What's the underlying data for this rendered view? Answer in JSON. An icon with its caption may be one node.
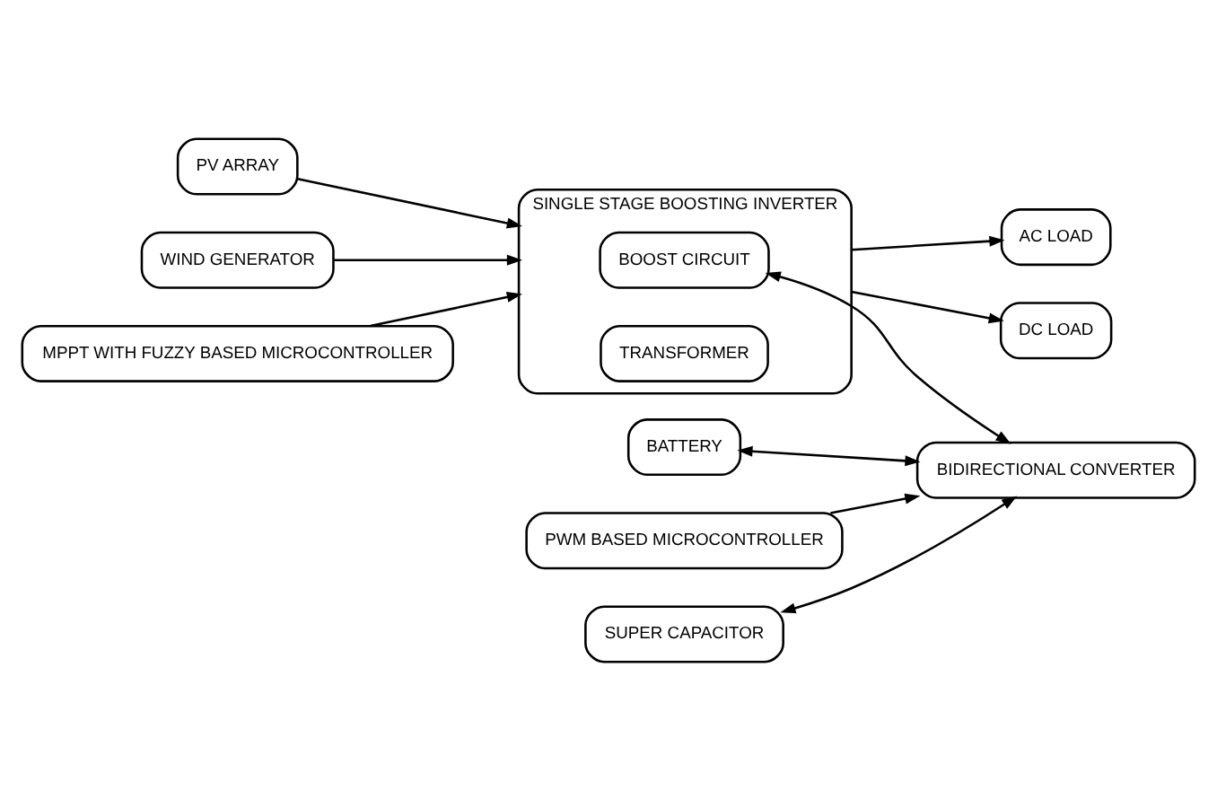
{
  "diagram": {
    "nodes": [
      {
        "text": [
          "PV ARRAY"
        ]
      },
      {
        "text": [
          "SINGLE STAGE BOOSTING INVERTER"
        ]
      },
      {
        "text": [
          "BOOST CIRCUIT"
        ],
        "in": 1
      },
      {
        "text": [
          "TRANSFORMER"
        ],
        "in": 1
      },
      {
        "text": [
          "AC LOAD"
        ]
      },
      {
        "text": [
          "WIND GENERATOR"
        ]
      },
      {
        "text": [
          "MPPT WITH FUZZY BASED MICROCONTROLLER"
        ]
      },
      {
        "text": [
          "BATTERY"
        ]
      },
      {
        "text": [
          "BIDIRECTIONAL CONVERTER"
        ]
      },
      {
        "text": [
          "PWM BASED MICROCONTROLLER"
        ]
      },
      {
        "text": [
          "DC LOAD"
        ]
      },
      {
        "text": [
          "SUPER CAPACITOR"
        ]
      }
    ],
    "edges": [
      {
        "from": 0,
        "to": 1,
        "arrow": "to"
      },
      {
        "from": 5,
        "to": 1,
        "arrow": "to"
      },
      {
        "from": 1,
        "to": 4,
        "arrow": "to"
      },
      {
        "from": 6,
        "to": 1,
        "arrow": "to"
      },
      {
        "from": 2,
        "to": 8,
        "arrow": "both"
      },
      {
        "from": 1,
        "to": 10,
        "arrow": "to"
      },
      {
        "from": 7,
        "to": 8,
        "arrow": "both"
      },
      {
        "from": 11,
        "to": 8,
        "arrow": "both"
      },
      {
        "from": 9,
        "to": 8,
        "arrow": "to"
      }
    ]
  }
}
